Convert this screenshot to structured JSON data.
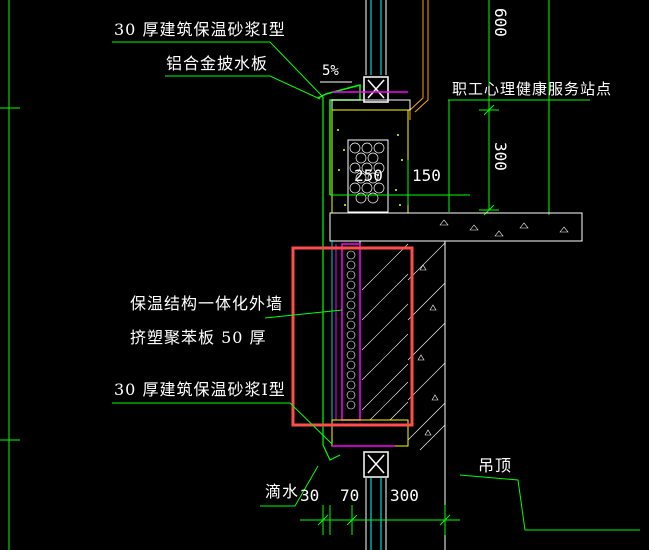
{
  "labels": {
    "mortar_top": "30 厚建筑保温砂浆I型",
    "flashing": "铝合金披水板",
    "slope": "5%",
    "room_name": "职工心理健康服务站点",
    "wall_system": "保温结构一体化外墙",
    "xps_board": "挤塑聚苯板  50 厚",
    "mortar_bottom": "30 厚建筑保温砂浆I型",
    "drip": "滴水",
    "ceiling": "吊顶"
  },
  "dimensions": {
    "d600": "600",
    "d300_vertical": "300",
    "d250": "250",
    "d150": "150",
    "d30": "30",
    "d70": "70",
    "d300": "300"
  },
  "colors": {
    "background": "#000000",
    "cad_green": "#00ff00",
    "cad_yellow": "#ffff00",
    "cad_white": "#ffffff",
    "cad_cyan": "#00ffff",
    "cad_magenta": "#ff00ff",
    "highlight": "#ff4c4c",
    "orange": "#ffa500"
  }
}
